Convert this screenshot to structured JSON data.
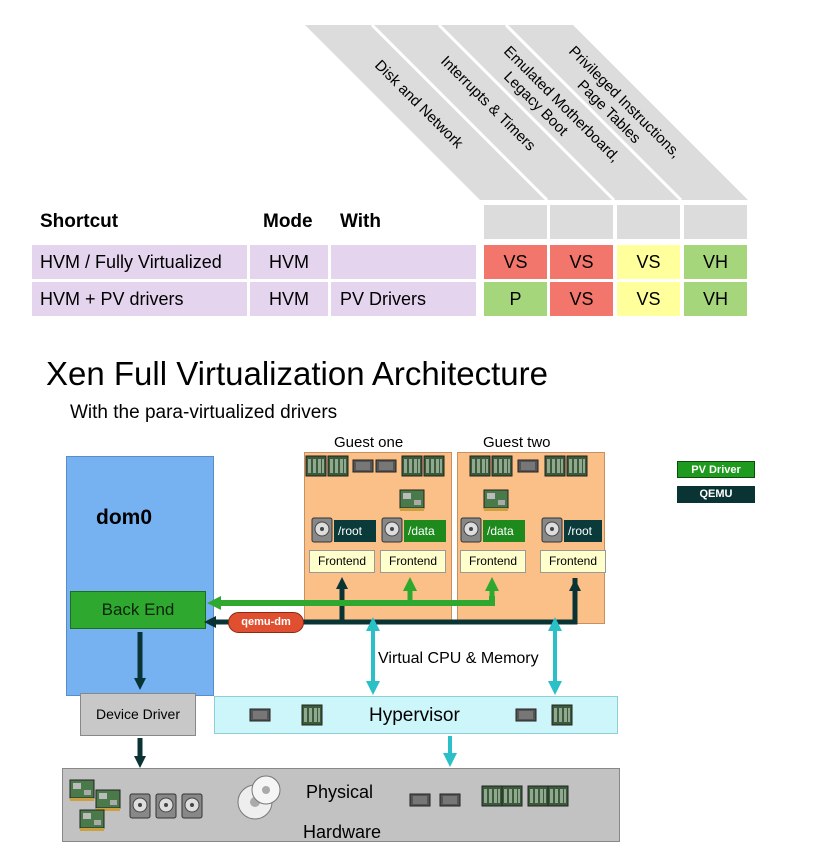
{
  "table": {
    "columns": [
      {
        "label": "Disk and Network"
      },
      {
        "label": "Interrupts & Timers"
      },
      {
        "label": "Emulated Motherboard, Legacy Boot"
      },
      {
        "label": "Privileged Instructions, Page Tables"
      }
    ],
    "headers": {
      "shortcut": "Shortcut",
      "mode": "Mode",
      "with": "With"
    },
    "rows": [
      {
        "shortcut": "HVM / Fully Virtualized",
        "mode": "HVM",
        "with": "",
        "values": [
          "VS",
          "VS",
          "VS",
          "VH"
        ]
      },
      {
        "shortcut": "HVM + PV drivers",
        "mode": "HVM",
        "with": "PV Drivers",
        "values": [
          "P",
          "VS",
          "VS",
          "VH"
        ]
      }
    ],
    "colors": {
      "VS_red": "#f2766b",
      "VS_yellow": "#ffff9c",
      "VH": "#a6d67c",
      "P": "#a6d67c",
      "row_bg": "#e4d4ee",
      "col_bg": "#dcdcdc"
    }
  },
  "diagram": {
    "title": "Xen Full Virtualization Architecture",
    "subtitle": "With the para-virtualized drivers",
    "dom0": "dom0",
    "back_end": "Back End",
    "device_driver": "Device Driver",
    "qemu_dm": "qemu-dm",
    "guests": [
      {
        "name": "Guest one",
        "disks": [
          "/root",
          "/data"
        ],
        "frontends": [
          "Frontend",
          "Frontend"
        ]
      },
      {
        "name": "Guest two",
        "disks": [
          "/data",
          "/root"
        ],
        "frontends": [
          "Frontend",
          "Frontend"
        ]
      }
    ],
    "virtual_cpu": "Virtual CPU & Memory",
    "hypervisor": "Hypervisor",
    "physical": [
      "Physical",
      "Hardware"
    ],
    "legend": {
      "pv_driver": "PV Driver",
      "qemu": "QEMU"
    },
    "colors": {
      "dom0": "#76b2f2",
      "guest": "#fbbf88",
      "pv_green": "#2fa82f",
      "qemu_dark": "#0a3434",
      "cyan_arrow": "#2bc0c8",
      "hypervisor": "#cdf6fb"
    }
  }
}
